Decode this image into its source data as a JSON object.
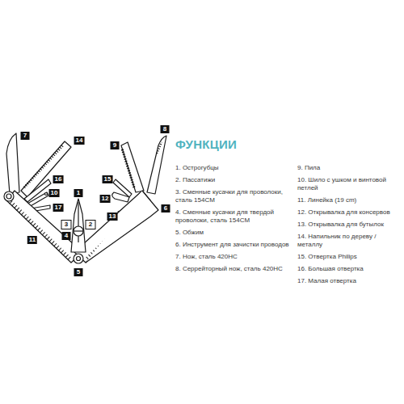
{
  "diagram": {
    "title": "ФУНКЦИИ",
    "labels": [
      "7",
      "14",
      "9",
      "8",
      "16",
      "15",
      "10",
      "1",
      "12",
      "17",
      "13",
      "6",
      "3",
      "2",
      "4",
      "11",
      "5",
      "1. Острогубцы",
      "2. Пассатижи",
      "3. Сменные кусачки для проволоки, сталь 154CM",
      "4. Сменные кусачки для твердой проволоки, сталь 154CM",
      "5. Обжим",
      "6. Инструмент для зачистки проводов",
      "7. Нож, сталь 420HC",
      "8. Серрейторный нож, сталь 420HC",
      "9. Пила",
      "10. Шило с ушком и винтовой петлей",
      "11. Линейка (19 cm)",
      "12. Открывалка для консервов",
      "13. Открывалка для бутылок",
      "14. Напильник по дереву / металлу",
      "15. Отвертка Philips",
      "16. Большая отвертка",
      "17. Малая отвертка"
    ]
  }
}
